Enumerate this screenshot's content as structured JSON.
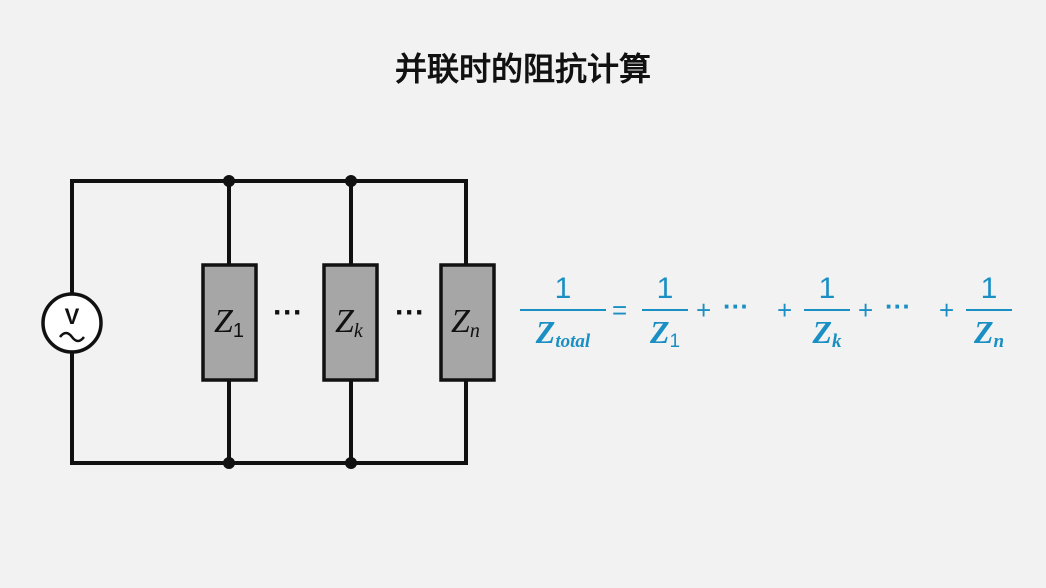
{
  "title": "并联时的阻抗计算",
  "source_label": "V",
  "resistors": [
    {
      "symbol": "Z",
      "subscript": "1"
    },
    {
      "symbol": "Z",
      "subscript": "k"
    },
    {
      "symbol": "Z",
      "subscript": "n"
    }
  ],
  "ellipsis": "···",
  "formula": {
    "lhs": {
      "numerator": "1",
      "denominator": "Z",
      "denominator_sub": "total"
    },
    "equals": "=",
    "plus": "+",
    "dots": "···",
    "terms": [
      {
        "numerator": "1",
        "denominator": "Z",
        "denominator_sub": "1"
      },
      {
        "numerator": "1",
        "denominator": "Z",
        "denominator_sub": "k"
      },
      {
        "numerator": "1",
        "denominator": "Z",
        "denominator_sub": "n"
      }
    ]
  },
  "colors": {
    "formula": "#1a8fc4",
    "resistor_fill": "#a6a6a6",
    "wire": "#111111"
  }
}
